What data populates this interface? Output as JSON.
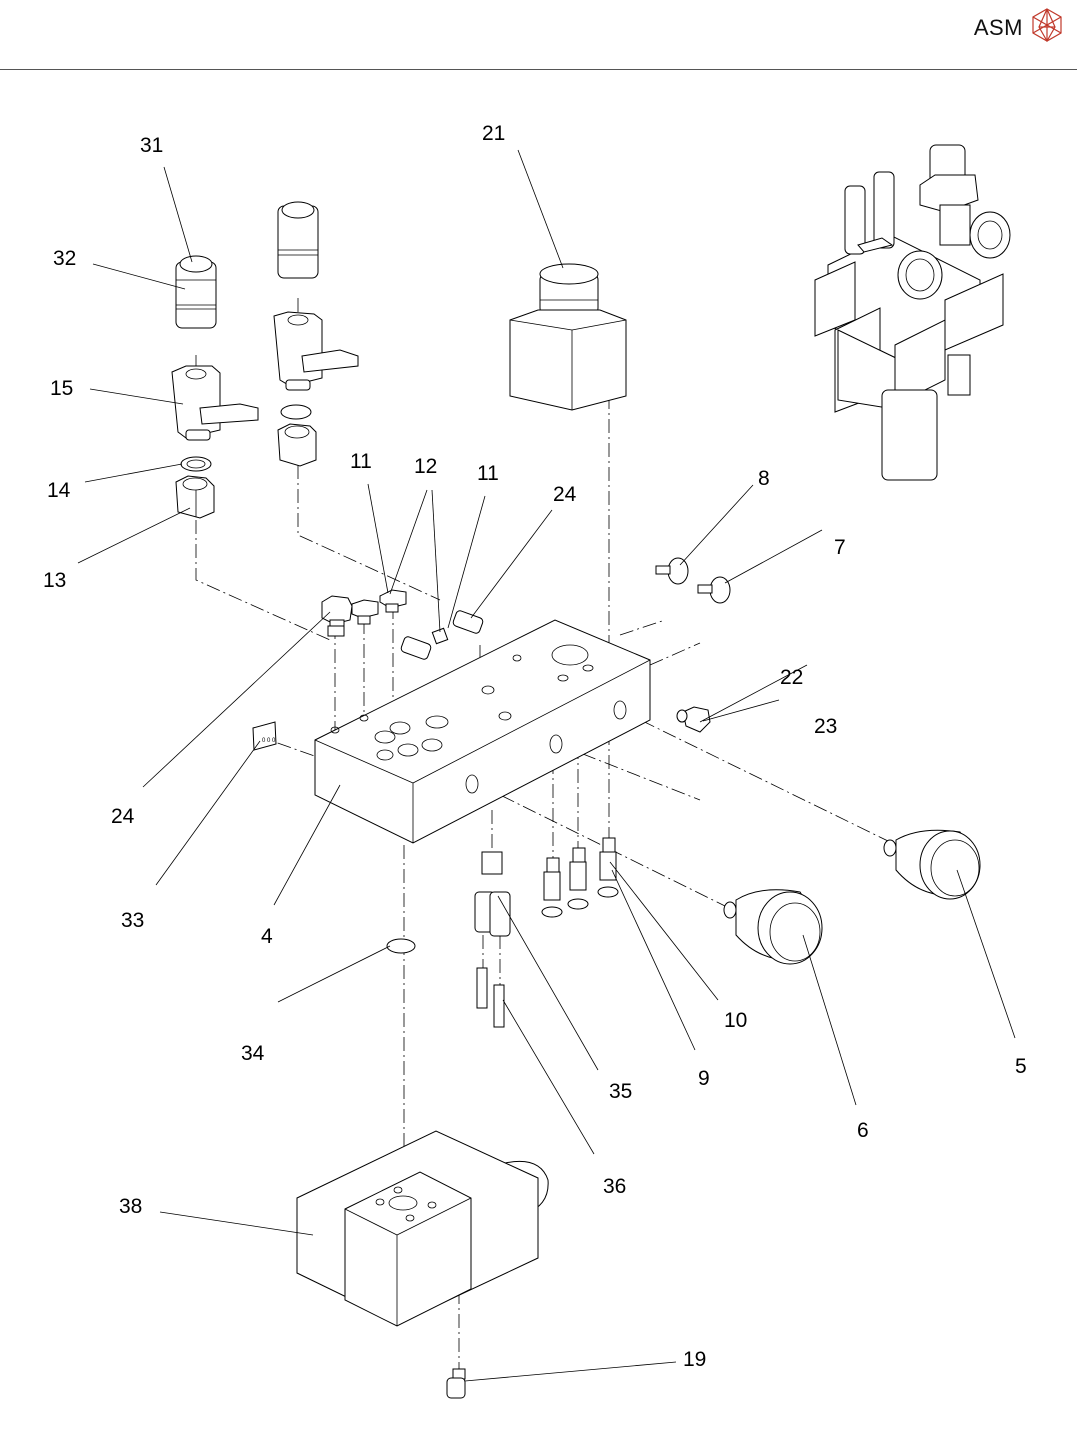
{
  "header": {
    "brand": "ASM",
    "logo_icon": "asm-polyhedron-logo-icon"
  },
  "diagram": {
    "type": "exploded-assembly-view",
    "labels": [
      {
        "id": "31",
        "text": "31"
      },
      {
        "id": "32",
        "text": "32"
      },
      {
        "id": "15",
        "text": "15"
      },
      {
        "id": "14",
        "text": "14"
      },
      {
        "id": "13",
        "text": "13"
      },
      {
        "id": "21",
        "text": "21"
      },
      {
        "id": "11a",
        "text": "11"
      },
      {
        "id": "12",
        "text": "12"
      },
      {
        "id": "11b",
        "text": "11"
      },
      {
        "id": "24a",
        "text": "24"
      },
      {
        "id": "8",
        "text": "8"
      },
      {
        "id": "7",
        "text": "7"
      },
      {
        "id": "22",
        "text": "22"
      },
      {
        "id": "23",
        "text": "23"
      },
      {
        "id": "24b",
        "text": "24"
      },
      {
        "id": "33",
        "text": "33"
      },
      {
        "id": "4",
        "text": "4"
      },
      {
        "id": "34",
        "text": "34"
      },
      {
        "id": "35",
        "text": "35"
      },
      {
        "id": "9",
        "text": "9"
      },
      {
        "id": "10",
        "text": "10"
      },
      {
        "id": "6",
        "text": "6"
      },
      {
        "id": "5",
        "text": "5"
      },
      {
        "id": "36",
        "text": "36"
      },
      {
        "id": "38",
        "text": "38"
      },
      {
        "id": "19",
        "text": "19"
      }
    ],
    "plate_text": "0 0 0",
    "assembled_view": "assembled-unit-isometric"
  }
}
